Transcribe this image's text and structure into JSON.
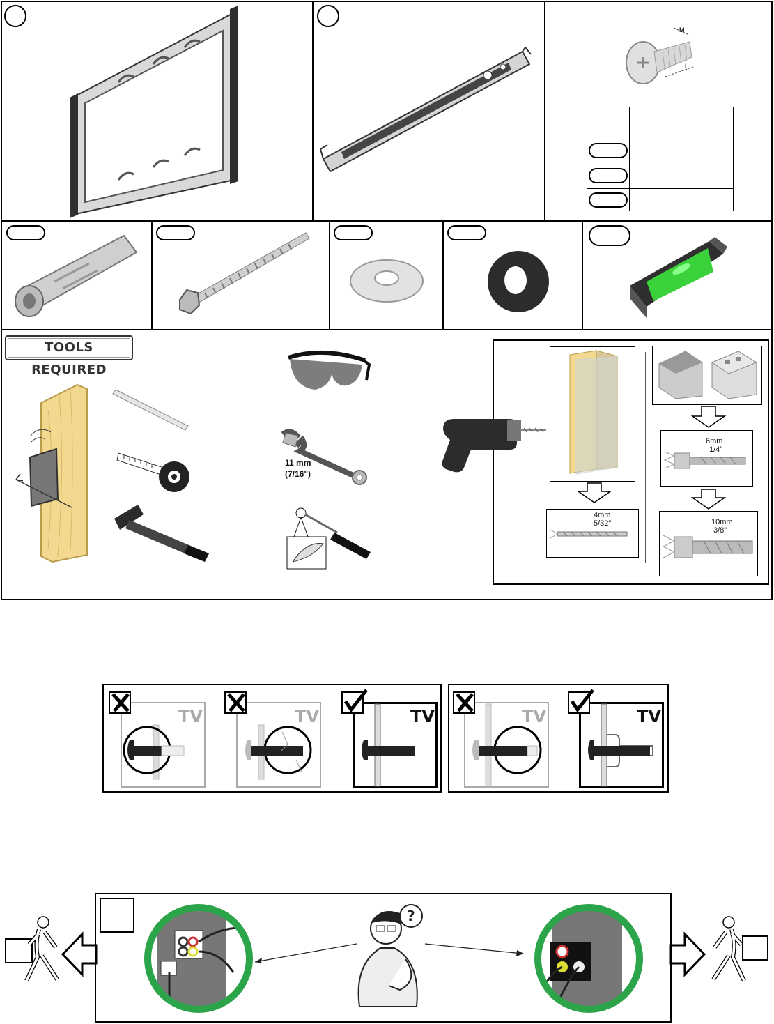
{
  "tools": {
    "title": "TOOLS REQUIRED",
    "wrench_size": "11 mm",
    "wrench_size_imperial": "(7/16\")"
  },
  "drill_bits": {
    "wood_metric": "4mm",
    "wood_imperial": "5/32\"",
    "masonry_small_metric": "6mm",
    "masonry_small_imperial": "1/4\"",
    "masonry_large_metric": "10mm",
    "masonry_large_imperial": "3/8\""
  },
  "screw_diagram": {
    "label_m": "M",
    "label_l": "L"
  },
  "tv_checks": {
    "label": "TV"
  },
  "colors": {
    "accent_green": "#2ca44a",
    "level_green": "#3bd13b",
    "bracket_dark": "#3a3a3a"
  }
}
